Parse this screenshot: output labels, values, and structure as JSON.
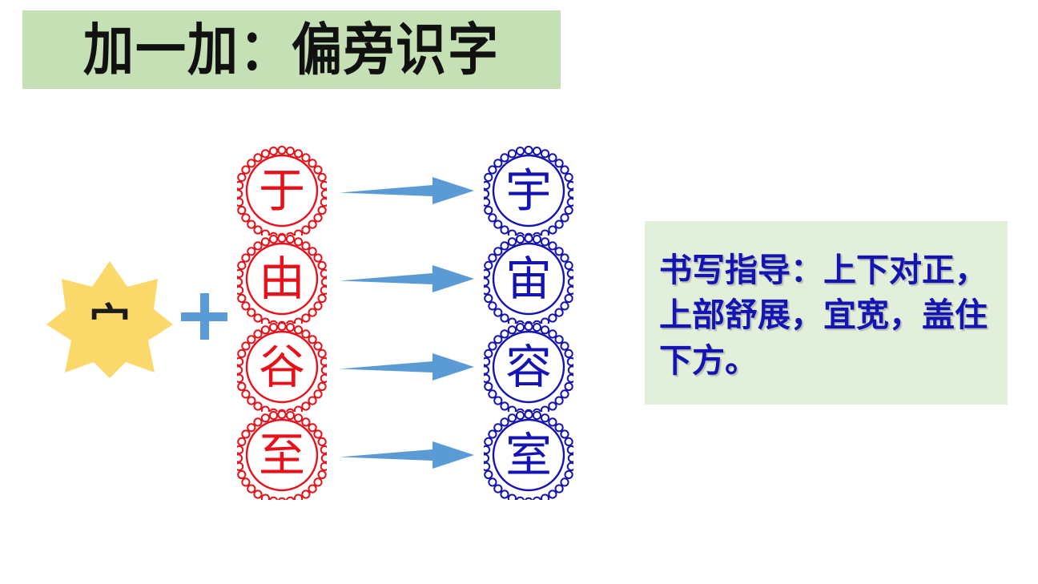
{
  "page": {
    "background_color": "#ffffff"
  },
  "title": {
    "text": "加一加：偏旁识字",
    "background_color": "#c5e0b4",
    "text_color": "#111111"
  },
  "radical": {
    "character": "宀",
    "star_fill": "#fad96a",
    "star_points": 7,
    "icon": "star-burst-icon"
  },
  "operator": {
    "symbol": "+",
    "color": "#5b9bd5",
    "icon": "plus-icon"
  },
  "equations": [
    {
      "base": "于",
      "result": "宇",
      "arrow": "arrow-right-icon"
    },
    {
      "base": "由",
      "result": "宙",
      "arrow": "arrow-right-icon"
    },
    {
      "base": "谷",
      "result": "容",
      "arrow": "arrow-right-icon"
    },
    {
      "base": "至",
      "result": "室",
      "arrow": "arrow-right-icon"
    }
  ],
  "colors": {
    "base_seal": "#e8111a",
    "result_seal": "#1414b4",
    "arrow": "#5b9bd5",
    "guidance_text": "#1414b4",
    "guidance_background": "#e2efda"
  },
  "guidance": {
    "text": "书写指导：上下对正，上部舒展，宜宽，盖住下方。"
  }
}
